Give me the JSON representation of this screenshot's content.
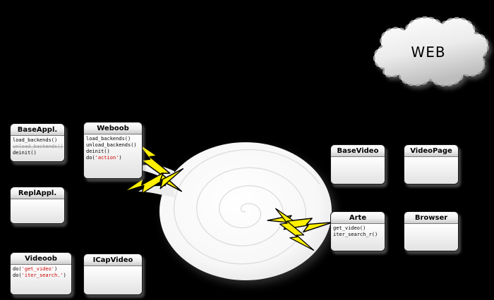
{
  "cloud": {
    "label": "WEB"
  },
  "colors": {
    "background": "#000000",
    "bolt_yellow": "#ffef00",
    "accent_red": "#cc0000",
    "muted_gray": "#999999"
  },
  "classes": {
    "baseappl": {
      "title": "BaseAppl.",
      "lines": [
        [
          {
            "t": "load_backends()"
          }
        ],
        [
          {
            "t": "unload_backends()",
            "s": "muted"
          }
        ],
        [
          {
            "t": "deinit()"
          }
        ]
      ]
    },
    "weboob": {
      "title": "Weboob",
      "lines": [
        [
          {
            "t": "load_backends()"
          }
        ],
        [
          {
            "t": "unload_backends()"
          }
        ],
        [
          {
            "t": "deinit()"
          }
        ],
        [
          {
            "t": "do("
          },
          {
            "t": "'action'",
            "s": "red"
          },
          {
            "t": ")"
          }
        ]
      ]
    },
    "replappl": {
      "title": "ReplAppl.",
      "lines": []
    },
    "videoob": {
      "title": "Videoob",
      "lines": [
        [
          {
            "t": "do("
          },
          {
            "t": "'get_video'",
            "s": "red"
          },
          {
            "t": ")"
          }
        ],
        [
          {
            "t": "do("
          },
          {
            "t": "'iter_search.'",
            "s": "red"
          },
          {
            "t": ")"
          }
        ]
      ]
    },
    "icapvideo": {
      "title": "ICapVideo",
      "lines": []
    },
    "basevideo": {
      "title": "BaseVideo",
      "lines": []
    },
    "videopage": {
      "title": "VideoPage",
      "lines": []
    },
    "arte": {
      "title": "Arte",
      "lines": [
        [
          {
            "t": "get_video()"
          }
        ],
        [
          {
            "t": "iter_search_r()"
          }
        ]
      ]
    },
    "browser": {
      "title": "Browser",
      "lines": []
    }
  }
}
